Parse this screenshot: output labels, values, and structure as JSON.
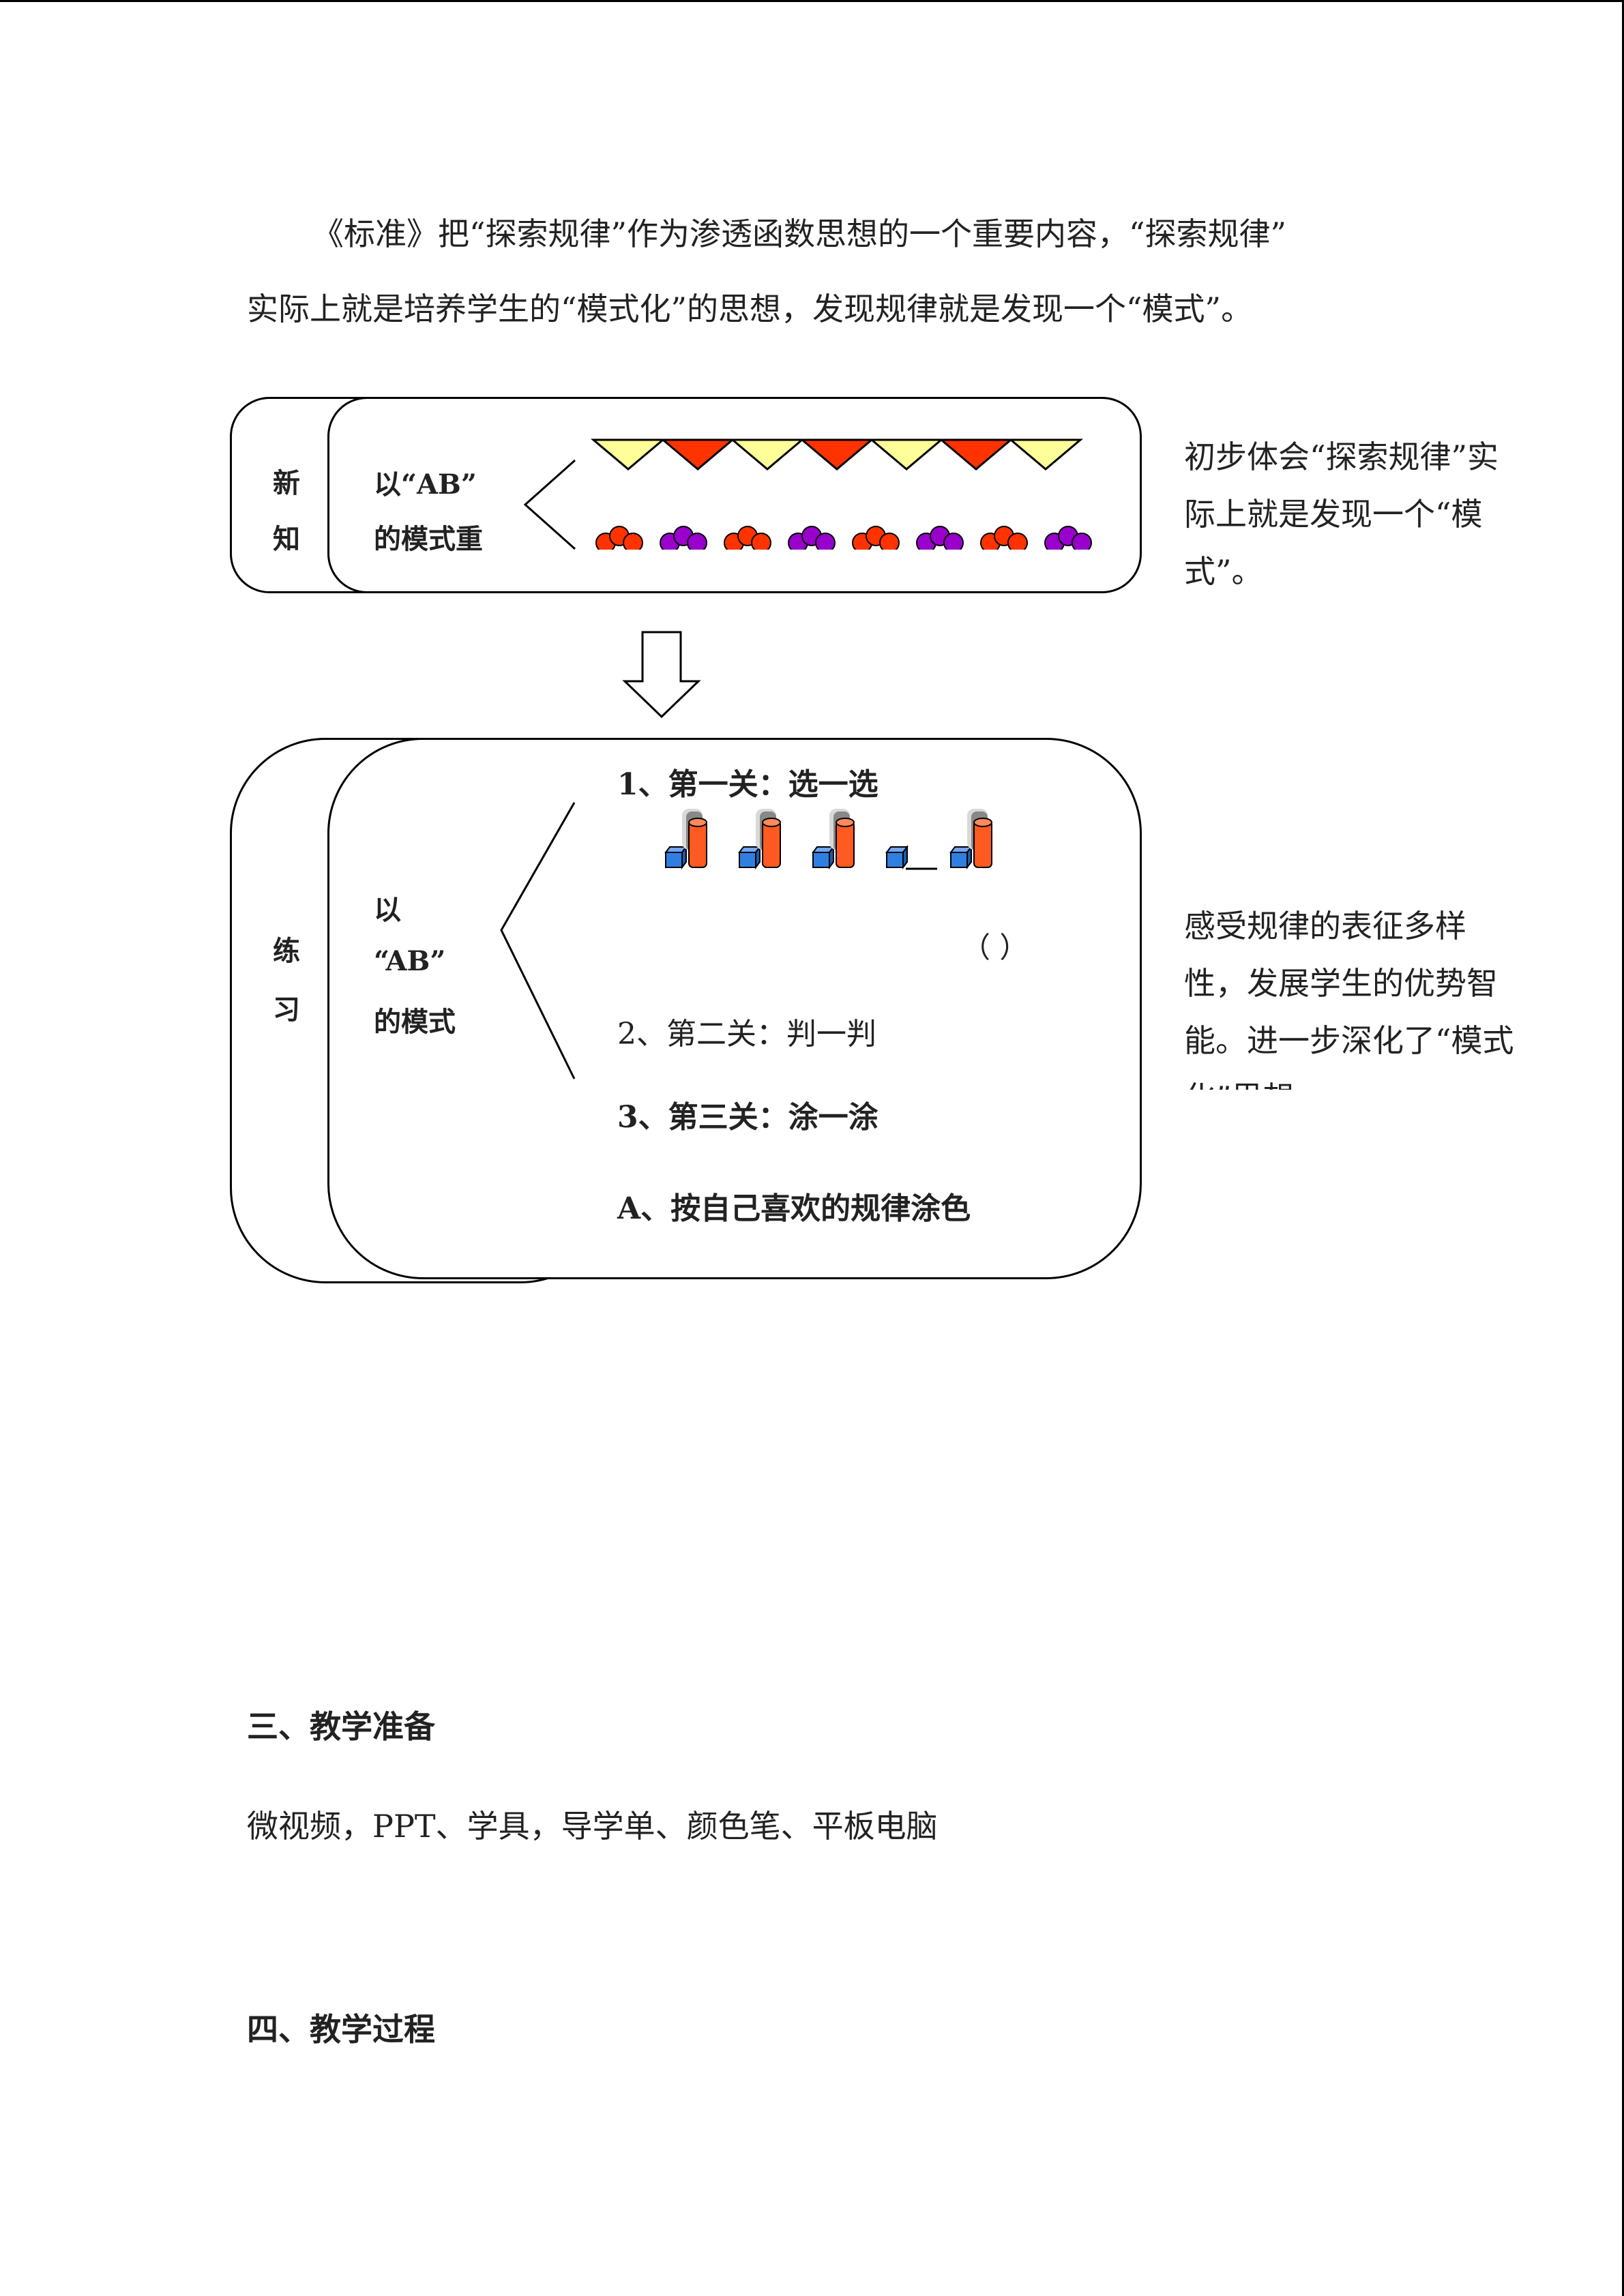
{
  "intro": {
    "line1": "《标准》把“探索规律”作为渗透函数思想的一个重要内容，“探索规律”",
    "line2": "实际上就是培养学生的“模式化”的思想，发现规律就是发现一个“模式”。"
  },
  "section1": {
    "tab_char1": "新",
    "tab_char2": "知",
    "label_line1": "以“AB”",
    "label_line2": "的模式重",
    "triangle_colors": [
      "#ffff99",
      "#ff3300",
      "#ffff99",
      "#ff3300",
      "#ffff99",
      "#ff3300",
      "#ffff99"
    ],
    "flower_colors": [
      "#ff3300",
      "#9900cc",
      "#ff3300",
      "#9900cc",
      "#ff3300",
      "#9900cc",
      "#ff3300",
      "#9900cc"
    ],
    "note": "初步体会“探索规律”实际上就是发现一个“模式”。"
  },
  "section2": {
    "tab_char1": "练",
    "tab_char2": "习",
    "label_line1": "以",
    "label_line2": "“AB”",
    "label_line3": "的模式",
    "level1": "1、第一关：选一选",
    "blank_paren": "（    ）",
    "level2": "2、第二关：判一判",
    "level3": "3、第三关：涂一涂",
    "task_a": "A、按自己喜欢的规律涂色",
    "note": "感受规律的表征多样性，发展学生的优势智能。进一步深化了“模式化”思想"
  },
  "prep": {
    "heading": "三、教学准备",
    "items": "微视频，PPT、学具，导学单、颜色笔、平板电脑"
  },
  "process": {
    "heading": "四、教学过程"
  }
}
